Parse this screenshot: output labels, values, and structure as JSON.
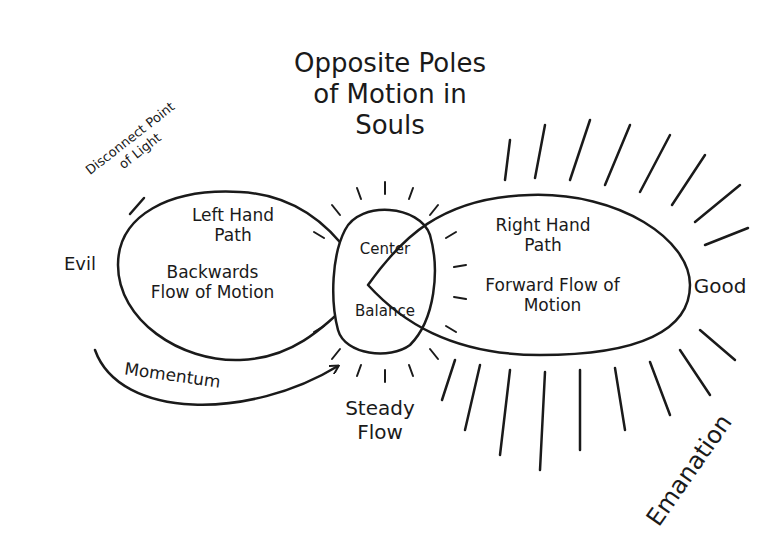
{
  "diagram": {
    "title": "Opposite Poles of Motion in Souls",
    "nodes": [
      {
        "text": [
          "Left Hand Path",
          "Backwards Flow of Motion"
        ]
      },
      {
        "text": [
          "Center",
          "Balance"
        ]
      },
      {
        "text": [
          "Right Hand Path",
          "Forward Flow of Motion"
        ]
      }
    ],
    "labels": [
      "Disconnect Point of Light",
      "Evil",
      "Momentum",
      "Steady Flow",
      "Good",
      "Emanation"
    ]
  }
}
